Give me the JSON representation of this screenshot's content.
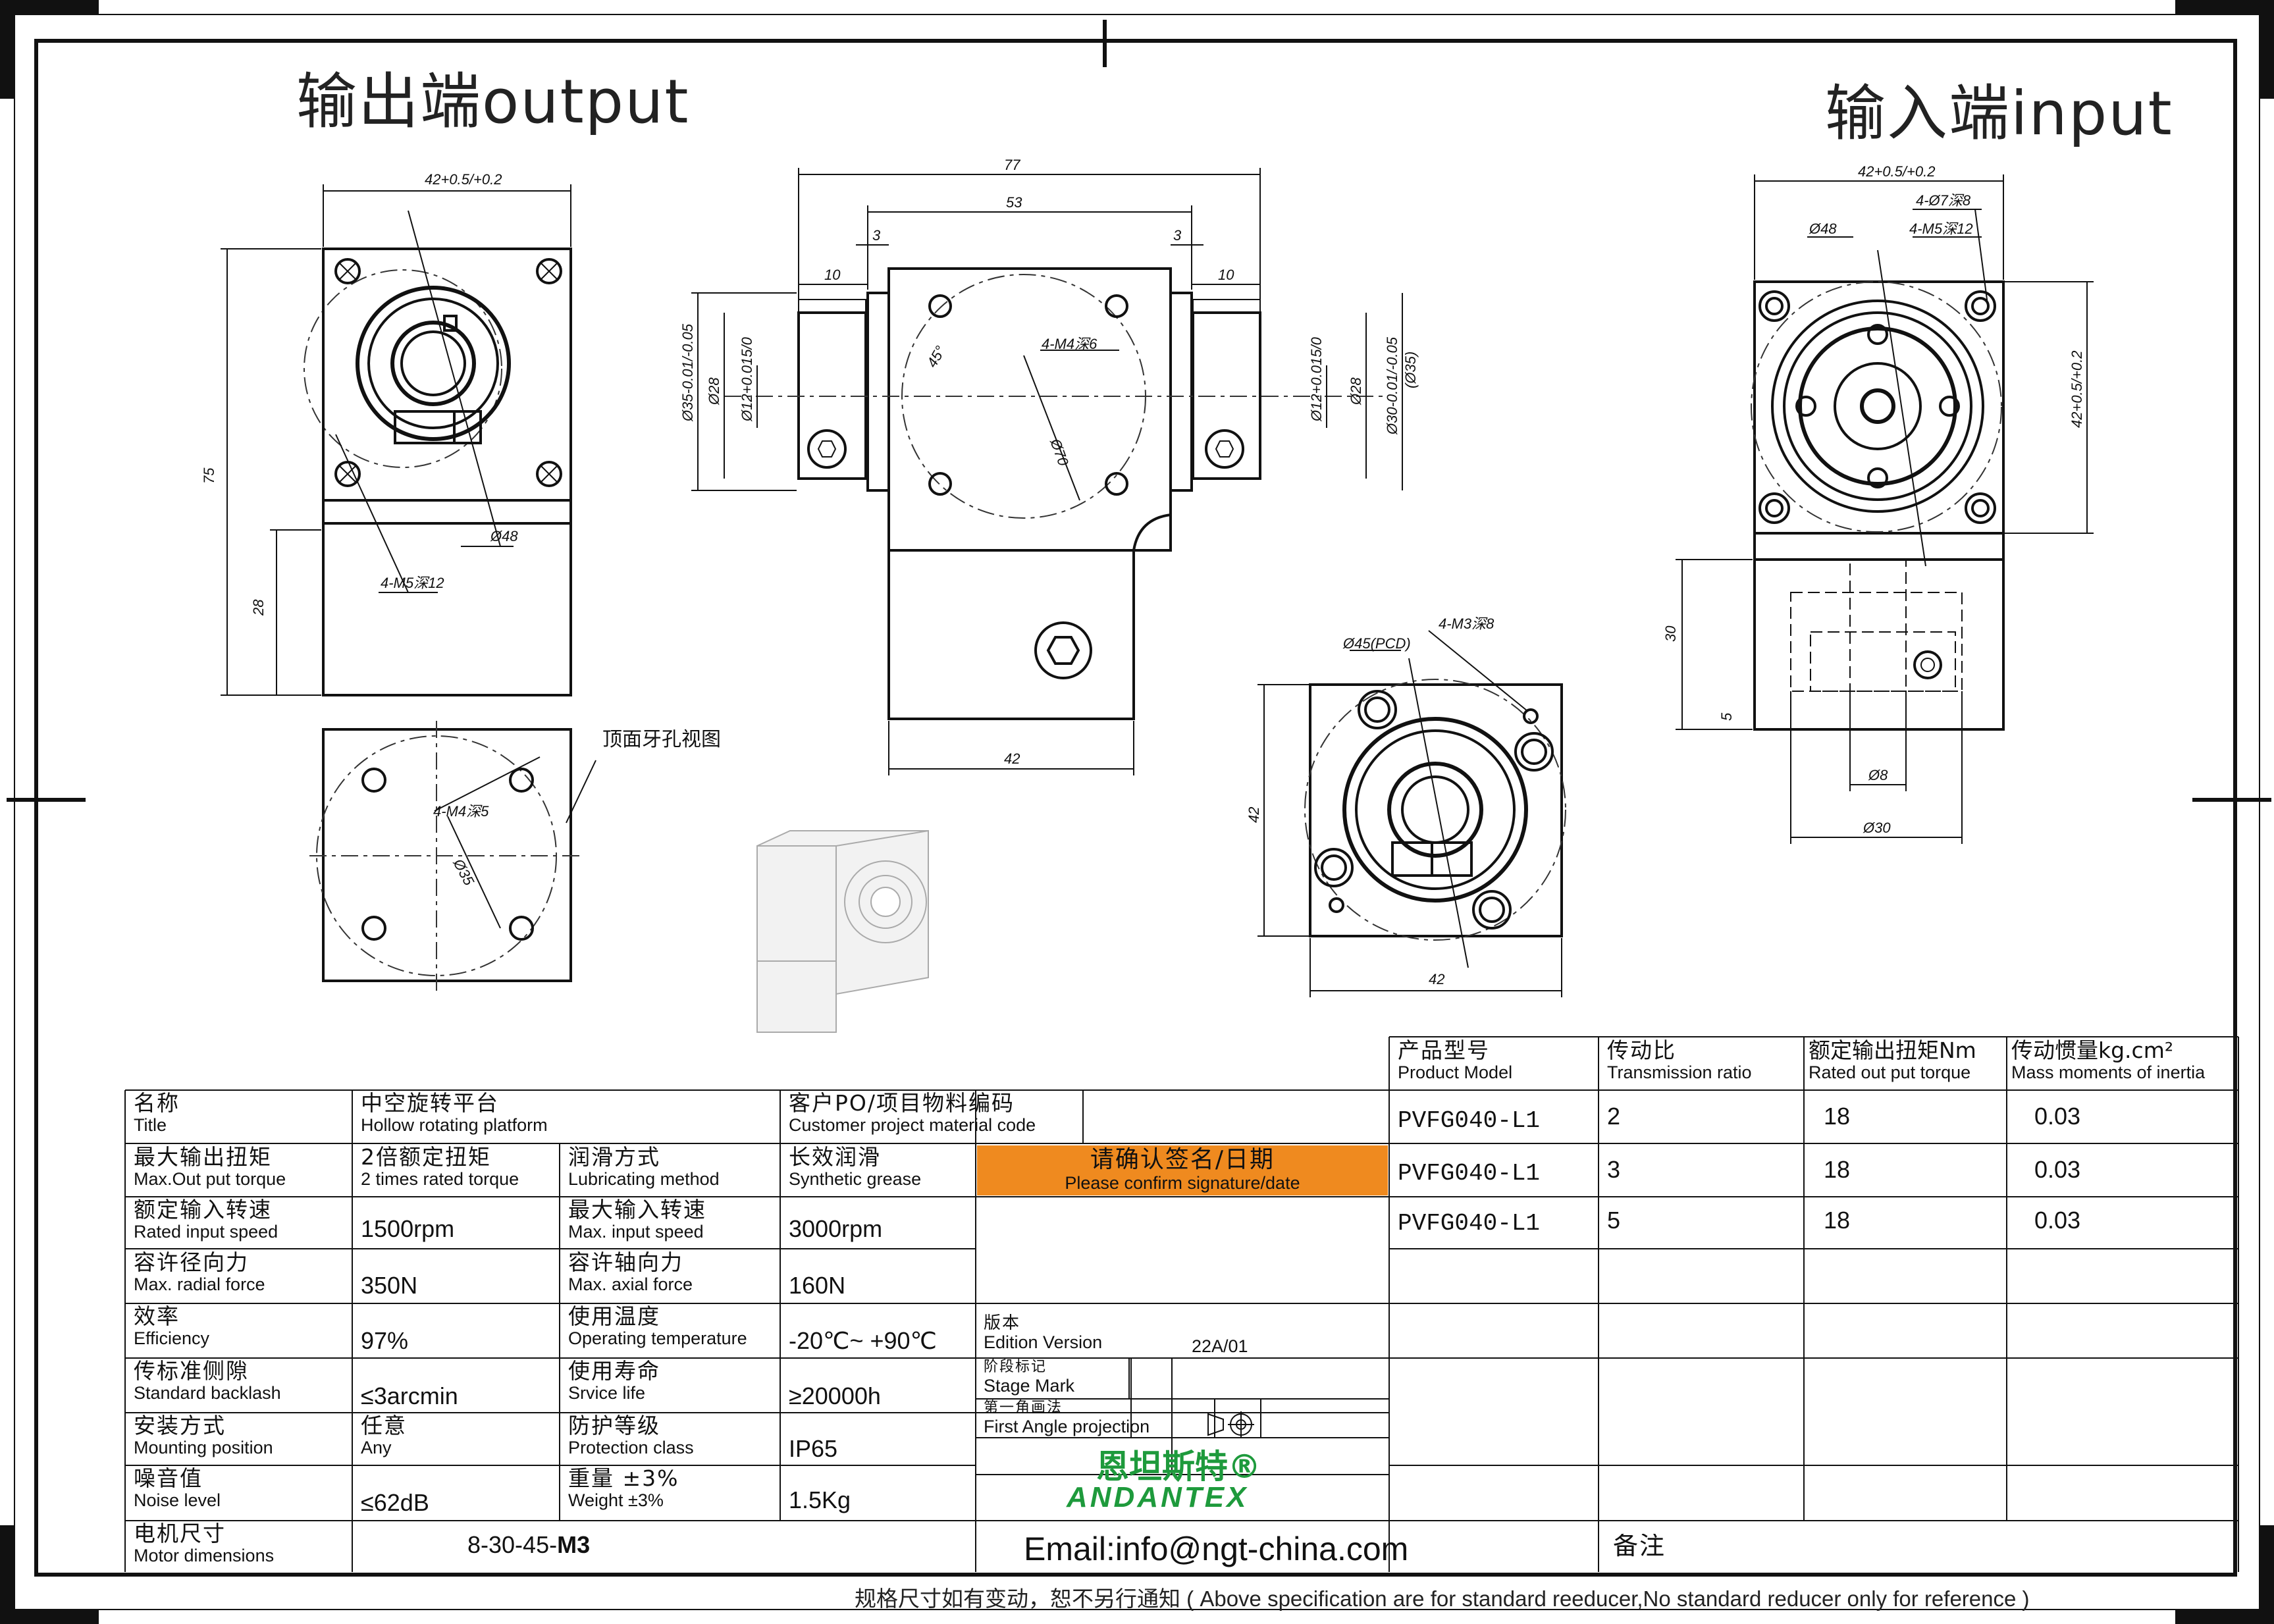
{
  "titles": {
    "output": "输出端output",
    "input": "输入端input",
    "top_view_label": "顶面牙孔视图"
  },
  "dims": {
    "d42_top_left": "42+0.5/+0.2",
    "d75": "75",
    "d28_left": "28",
    "d48_left": "Ø48",
    "m5_left": "4-M5深12",
    "m4_top": "4-M4深5",
    "d35_top": "Ø35",
    "d77": "77",
    "d53": "53",
    "d3a": "3",
    "d3b": "3",
    "d10a": "10",
    "d10b": "10",
    "m4_front": "4-M4深6",
    "a45": "45°",
    "d70": "Ø70",
    "d35_front": "Ø35-0.01/-0.05",
    "d28_front": "Ø28",
    "d12_left": "Ø12+0.015/0",
    "d12_right": "Ø12+0.015/0",
    "d28_right": "Ø28",
    "d30_right": "Ø30-0.01/-0.05",
    "d35_paren": "(Ø35)",
    "d42_bottom_front": "42",
    "pcd45": "Ø45(PCD)",
    "m3": "4-M3深8",
    "d42_rear_side": "42",
    "d42_rear_bottom": "42",
    "d42_right_top": "42+0.5/+0.2",
    "d7": "4-Ø7深8",
    "m5_right": "4-M5深12",
    "d48_right": "Ø48",
    "d42_right_side": "42+0.5/+0.2",
    "d30_h": "30",
    "d5": "5",
    "d8": "Ø8",
    "d30_bottom": "Ø30"
  },
  "spec": {
    "title": {
      "cn": "名称",
      "en": "Title",
      "value_cn": "中空旋转平台",
      "value_en": "Hollow rotating platform"
    },
    "customer": {
      "cn": "客户PO/项目物料编码",
      "en": "Customer project material code"
    },
    "max_torque": {
      "cn": "最大输出扭矩",
      "en": "Max.Out put torque",
      "value_cn": "2倍额定扭矩",
      "value_en": "2 times rated torque"
    },
    "lubrication": {
      "cn": "润滑方式",
      "en": "Lubricating method",
      "value_cn": "长效润滑",
      "value_en": "Synthetic grease"
    },
    "rated_speed": {
      "cn": "额定输入转速",
      "en": "Rated input speed",
      "value": "1500rpm"
    },
    "max_speed": {
      "cn": "最大输入转速",
      "en": "Max. input speed",
      "value": "3000rpm"
    },
    "radial": {
      "cn": "容许径向力",
      "en": "Max. radial force",
      "value": "350N"
    },
    "axial": {
      "cn": "容许轴向力",
      "en": "Max. axial force",
      "value": "160N"
    },
    "efficiency": {
      "cn": "效率",
      "en": "Efficiency",
      "value": "97%"
    },
    "temperature": {
      "cn": "使用温度",
      "en": "Operating temperature",
      "value": "-20℃~ +90℃"
    },
    "backlash": {
      "cn": "传标准侧隙",
      "en": "Standard backlash",
      "value": "≤3arcmin"
    },
    "life": {
      "cn": "使用寿命",
      "en": "Srvice life",
      "value": "≥20000h"
    },
    "mounting": {
      "cn": "安装方式",
      "en": "Mounting position",
      "value_cn": "任意",
      "value_en": "Any"
    },
    "protection": {
      "cn": "防护等级",
      "en": "Protection class",
      "value": "IP65"
    },
    "noise": {
      "cn": "噪音值",
      "en": "Noise level",
      "value": "≤62dB"
    },
    "weight": {
      "cn": "重量 ±3%",
      "en": "Weight ±3%",
      "value": "1.5Kg"
    },
    "motor": {
      "cn": "电机尺寸",
      "en": "Motor dimensions",
      "value_prefix": "8-30-45-",
      "value_suffix": "M3"
    }
  },
  "confirm": {
    "cn": "请确认签名/日期",
    "en": "Please confirm signature/date"
  },
  "edition": {
    "cn": "版本",
    "en": "Edition Version",
    "value": "22A/01"
  },
  "stage": {
    "cn": "阶段标记",
    "en": "Stage Mark"
  },
  "projection": {
    "cn": "第一角画法",
    "en": "First Angle projection"
  },
  "logo": {
    "cn": "恩坦斯特®",
    "en": "ANDANTEX",
    "color": "#1e9a3c"
  },
  "email": "Email:info@ngt-china.com",
  "remark": "备注",
  "models": {
    "headers": [
      {
        "cn": "产品型号",
        "en": "Product Model"
      },
      {
        "cn": "传动比",
        "en": "Transmission ratio"
      },
      {
        "cn": "额定输出扭矩Nm",
        "en": "Rated out put torque"
      },
      {
        "cn": "传动惯量kg.cm²",
        "en": "Mass moments of inertia"
      }
    ],
    "rows": [
      {
        "model": "PVFG040-L1",
        "ratio": "2",
        "torque": "18",
        "inertia": "0.03"
      },
      {
        "model": "PVFG040-L1",
        "ratio": "3",
        "torque": "18",
        "inertia": "0.03"
      },
      {
        "model": "PVFG040-L1",
        "ratio": "5",
        "torque": "18",
        "inertia": "0.03"
      }
    ]
  },
  "footer": "规格尺寸如有变动，恕不另行通知  ( Above specification are for standard reeducer,No standard reducer only for reference )",
  "highlight_color": "#ef8a1f"
}
